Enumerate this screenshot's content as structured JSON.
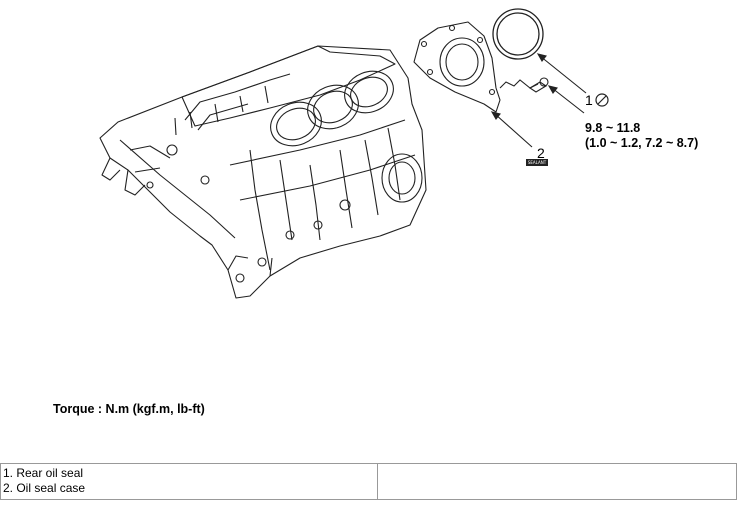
{
  "figure": {
    "callouts": [
      {
        "number": "1",
        "symbol": "no-reuse-icon"
      },
      {
        "number": "2",
        "tag": "SEALANT"
      }
    ],
    "torque_values": {
      "line1": "9.8 ~ 11.8",
      "line2": "(1.0 ~ 1.2, 7.2 ~ 8.7)"
    }
  },
  "caption": "Torque : N.m (kgf.m, lb-ft)",
  "legend": {
    "items": [
      "1. Rear oil seal",
      "2. Oil seal case"
    ],
    "right_cell": ""
  }
}
